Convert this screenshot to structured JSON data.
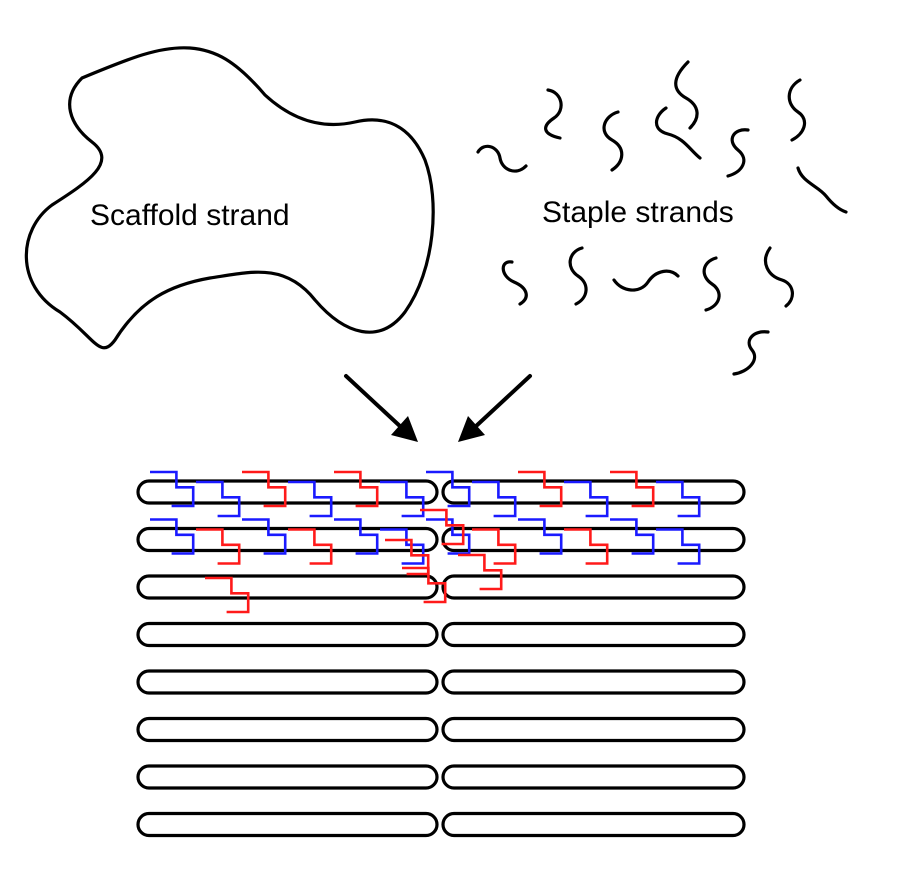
{
  "labels": {
    "scaffold": "Scaffold strand",
    "staples": "Staple strands"
  },
  "colors": {
    "outline": "#000000",
    "staple_red": "#ff1a1a",
    "staple_blue": "#1a1aff",
    "background": "#ffffff"
  },
  "origami": {
    "row_count": 8,
    "rows_with_staples": 2
  }
}
